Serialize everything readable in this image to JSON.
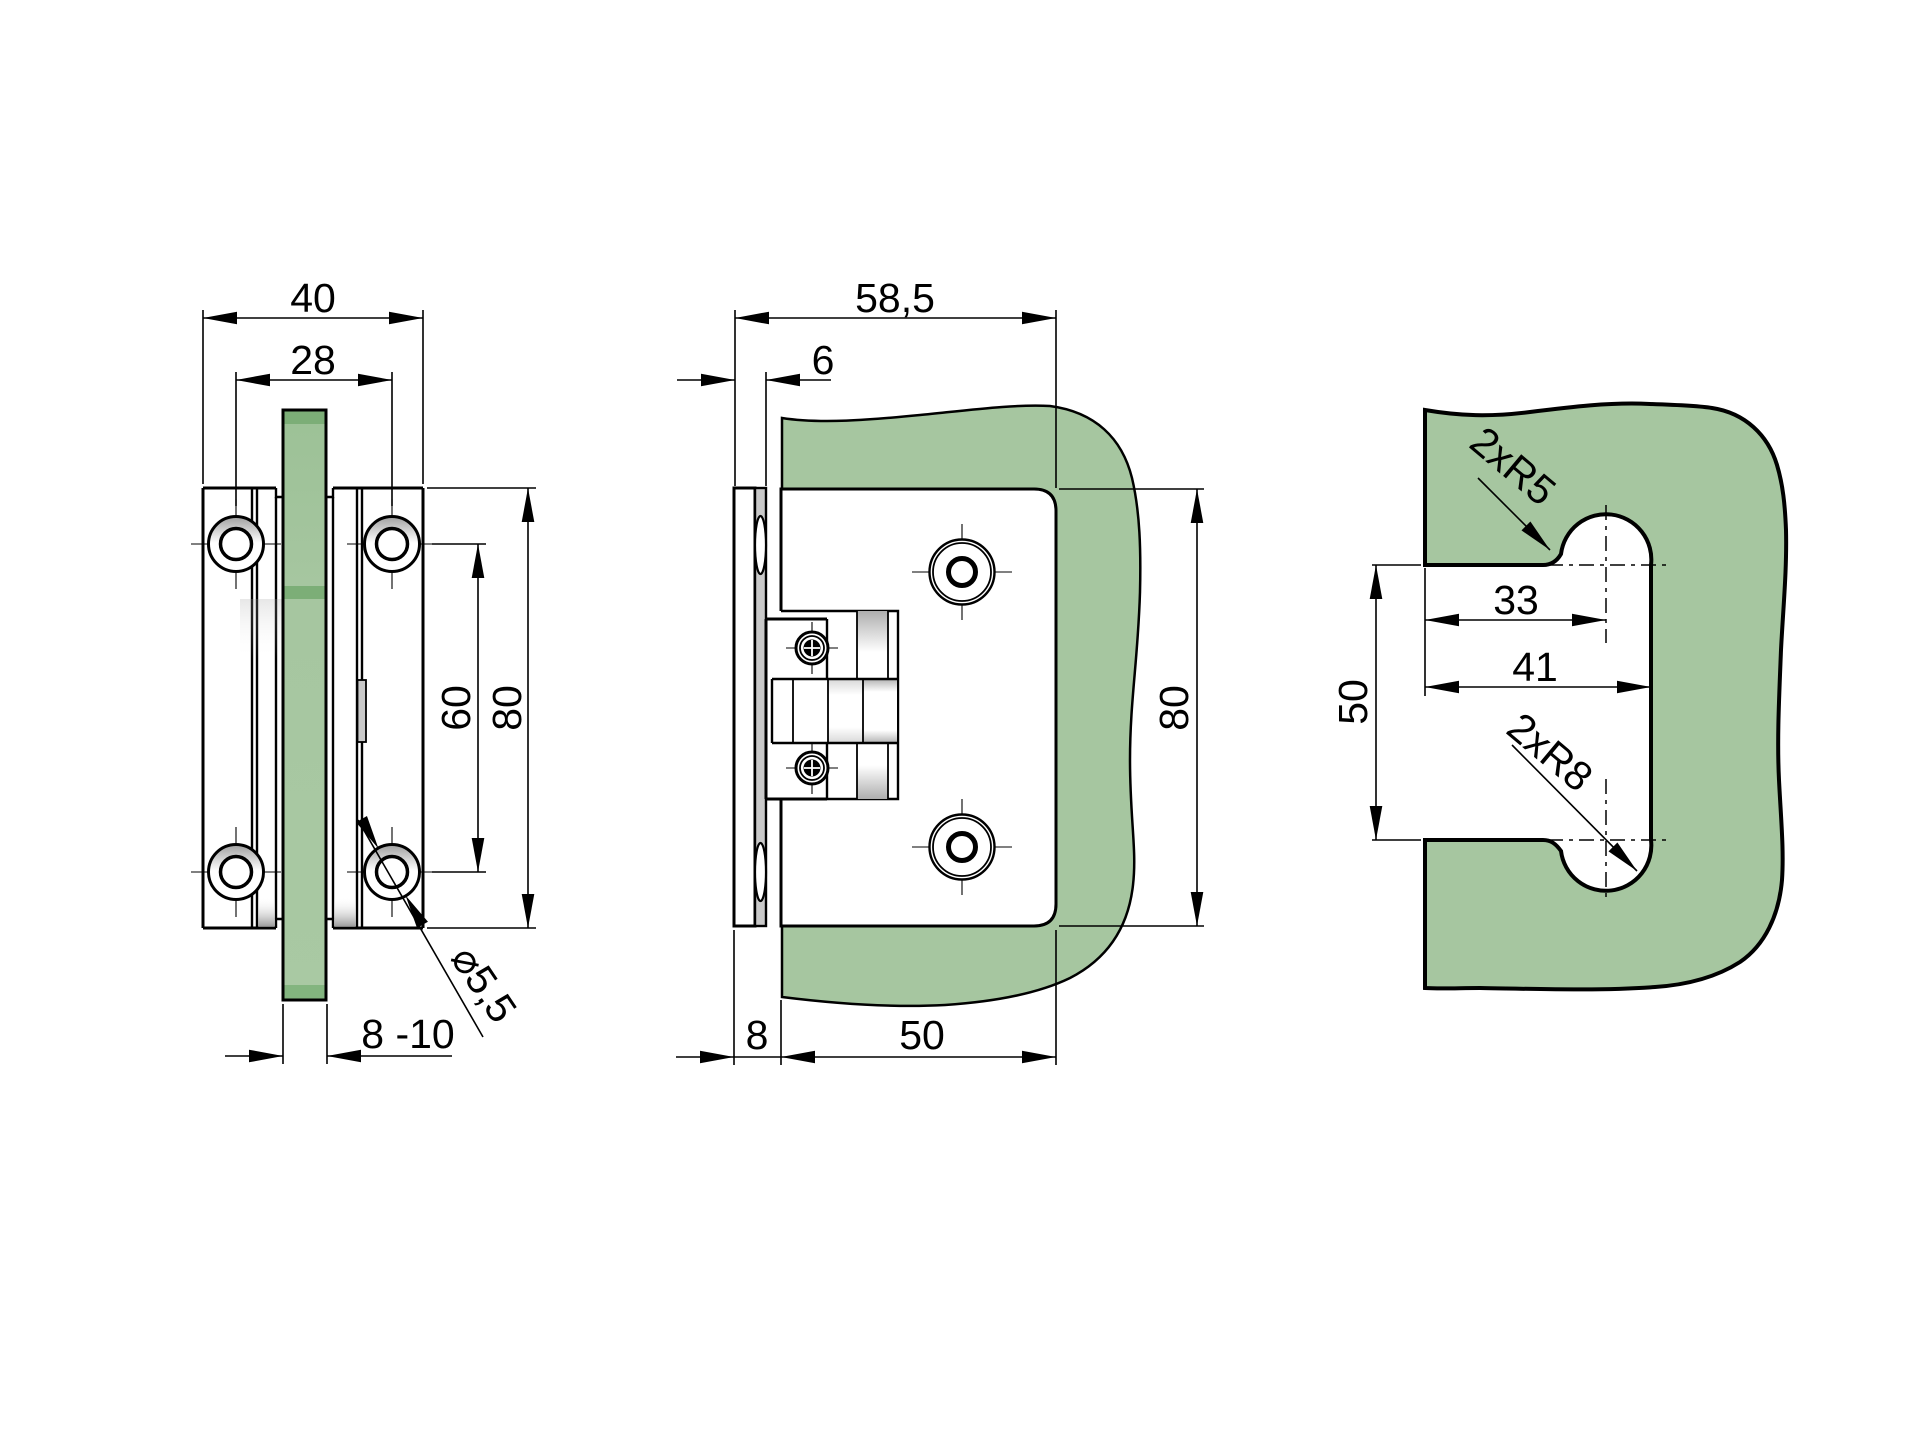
{
  "drawing_title": "glass door hinge technical drawing",
  "colors": {
    "glass": "#a6c6a0",
    "glass_band": "#7cae77",
    "glass_band_light": "#83b57f",
    "metal_gray": "#c9c9c9",
    "line": "#000000"
  },
  "front_view": {
    "dim_width_total": "40",
    "dim_hole_spacing_x": "28",
    "dim_hole_spacing_y": "60",
    "dim_height_total": "80",
    "dim_glass_thickness": "8 -10",
    "dim_hole_diameter": "⌀5,5"
  },
  "side_view": {
    "dim_width_total": "58,5",
    "dim_wall_plate_thickness": "6",
    "dim_height_total": "80",
    "dim_wall_offset": "8",
    "dim_plate_width": "50"
  },
  "cutout_view": {
    "dim_fillet_radius": "2xR5",
    "dim_bump_center": "33",
    "dim_cutout_width": "41",
    "dim_cutout_height": "50",
    "dim_bump_radius": "2xR8"
  }
}
